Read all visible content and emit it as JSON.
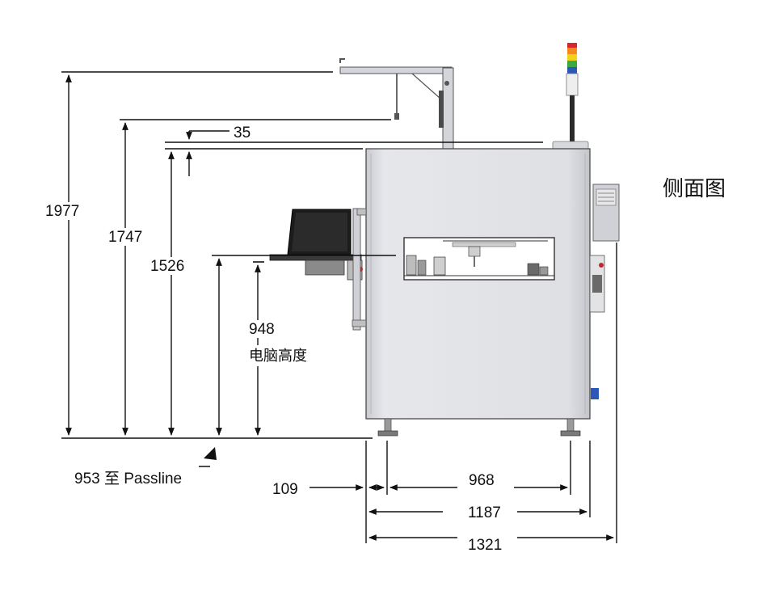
{
  "view_title": "侧面图",
  "dimensions": {
    "overall_height": "1977",
    "height_1747": "1747",
    "body_height": "1526",
    "top_offset": "35",
    "computer_height": "948",
    "computer_height_label": "电脑高度",
    "passline": "953 至 Passline",
    "foot_offset": "109",
    "foot_span": "968",
    "body_depth": "1187",
    "overall_depth": "1321"
  },
  "colors": {
    "machine_body": "#dcdde2",
    "machine_outline": "#4a4a4a",
    "line": "#111111",
    "light_red": "#d8262c",
    "light_orange": "#f28a1e",
    "light_yellow": "#f3d21b",
    "light_green": "#3aa845",
    "light_blue": "#2b58b8"
  },
  "icons": [
    "signal-tower-icon",
    "laptop-icon",
    "electrical-cabinet-icon"
  ]
}
